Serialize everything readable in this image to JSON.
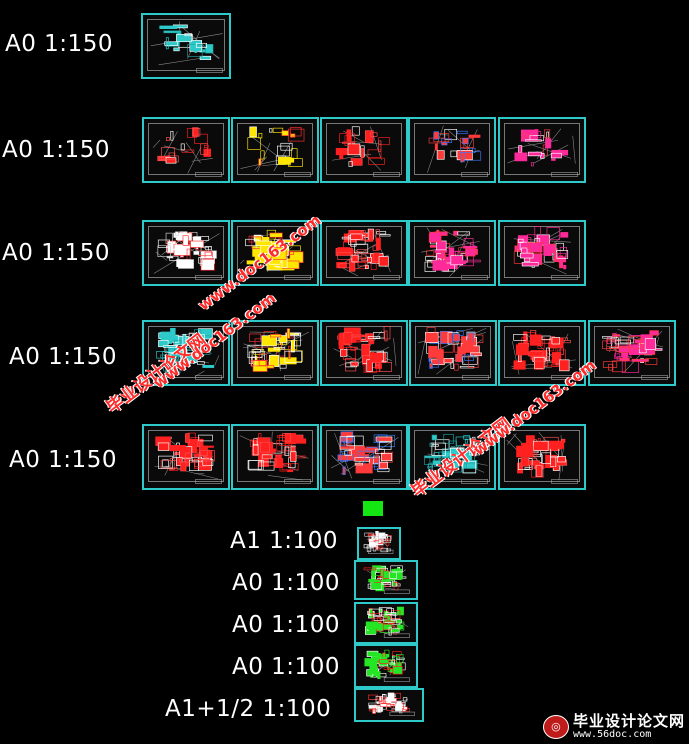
{
  "rows": [
    {
      "label": "A0 1:150",
      "sheets": [
        {
          "style": "cyan"
        }
      ]
    },
    {
      "label": "A0 1:150",
      "sheets": [
        {
          "style": "red"
        },
        {
          "style": "yellow"
        },
        {
          "style": "red"
        },
        {
          "style": "mixed"
        },
        {
          "style": "magenta"
        }
      ]
    },
    {
      "label": "A0 1:150",
      "sheets": [
        {
          "style": "white"
        },
        {
          "style": "yellow"
        },
        {
          "style": "red"
        },
        {
          "style": "magenta"
        },
        {
          "style": "magenta"
        }
      ]
    },
    {
      "label": "A0 1:150",
      "sheets": [
        {
          "style": "cyan"
        },
        {
          "style": "yellow"
        },
        {
          "style": "red"
        },
        {
          "style": "mixed"
        },
        {
          "style": "red"
        },
        {
          "style": "magenta"
        }
      ]
    },
    {
      "label": "A0 1:150",
      "sheets": [
        {
          "style": "red"
        },
        {
          "style": "red"
        },
        {
          "style": "mixed"
        },
        {
          "style": "cyan"
        },
        {
          "style": "red"
        }
      ]
    }
  ],
  "details": [
    {
      "label": "A1 1:100",
      "style": "white"
    },
    {
      "label": "A0 1:100",
      "style": "green"
    },
    {
      "label": "A0 1:100",
      "style": "green"
    },
    {
      "label": "A0 1:100",
      "style": "green"
    },
    {
      "label": "A1+1/2 1:100",
      "style": "white"
    }
  ],
  "colors": {
    "background": "#000000",
    "sheet_border": "#2ec9c9",
    "marker": "#13e613",
    "watermark": "#ff2a2a"
  },
  "watermarks": [
    {
      "cn": "毕业设计论文网",
      "url": "www.doc163.com"
    },
    {
      "cn": "毕业设计论文网",
      "url": "www.doc163.com"
    },
    {
      "cn": "毕业设计论文网",
      "url": "www.doc163.com"
    }
  ],
  "logo": {
    "icon": "logo-icon",
    "cn": "毕业设计论文网",
    "url": "www.56doc.com"
  }
}
